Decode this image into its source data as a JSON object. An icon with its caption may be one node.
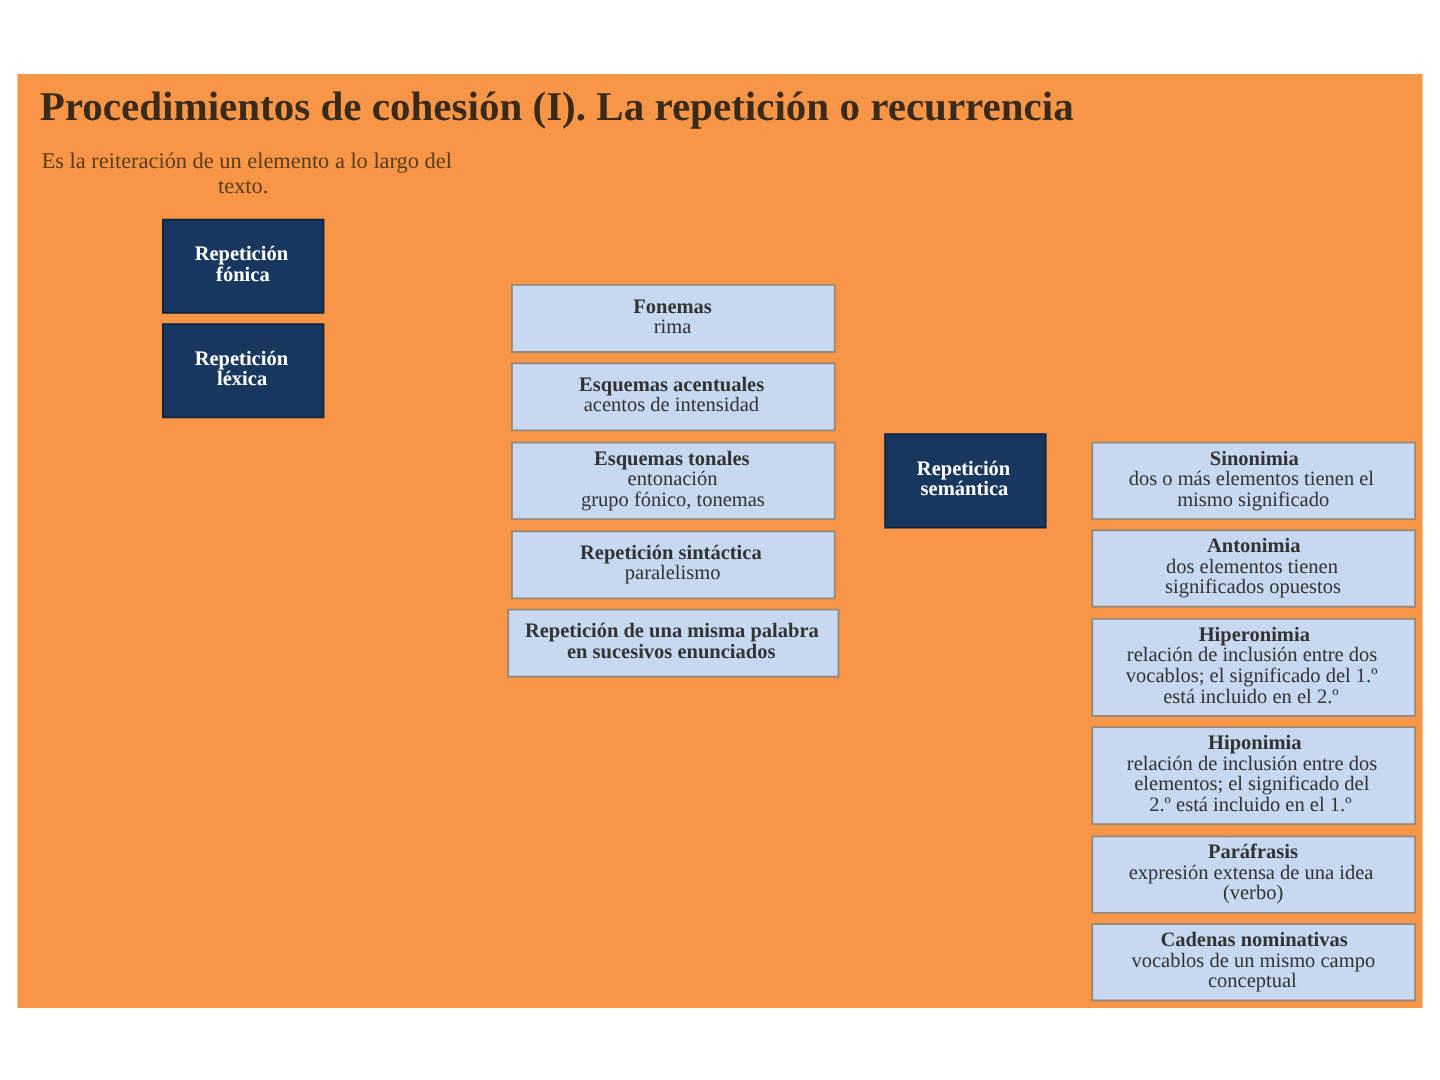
{
  "diagram": {
    "title": "Procedimientos de cohesión (I). La repetición o recurrencia",
    "nodes": [
      {
        "text": [
          "Repetición fónica"
        ]
      },
      {
        "text": [
          "Fonemas",
          "rima"
        ]
      },
      {
        "text": [
          "Esquemas acentuales",
          "acentos de intensidad"
        ]
      },
      {
        "text": [
          "Esquemas tonales",
          "entonación",
          "grupo fónico, tonemas"
        ]
      },
      {
        "text": [
          "Repetición sintáctica",
          "paralelismo"
        ]
      },
      {
        "text": [
          "Repetición léxica"
        ]
      },
      {
        "text": [
          "Repetición de una misma palabra en sucesivos enunciados"
        ]
      },
      {
        "text": [
          "Repetición semántica"
        ]
      },
      {
        "text": [
          "Sinonimia",
          "dos o más elementos tienen el mismo significado"
        ]
      },
      {
        "text": [
          "Antonimia",
          "dos elementos tienen significados opuestos"
        ]
      },
      {
        "text": [
          "Hiperonimia",
          "relación de inclusión entre dos vocablos; el significado del 1.º está incluido en el 2.º"
        ]
      },
      {
        "text": [
          "Hiponimia",
          "relación de inclusión entre dos elementos; el significado del 2.º está incluido en el 1.º"
        ]
      },
      {
        "text": [
          "Paráfrasis",
          "expresión extensa de una idea (verbo)"
        ]
      },
      {
        "text": [
          "Cadenas nominativas",
          "vocablos de un mismo campo conceptual"
        ]
      }
    ],
    "labels": [
      "Es la reiteración de un elemento a lo largo del texto."
    ]
  }
}
